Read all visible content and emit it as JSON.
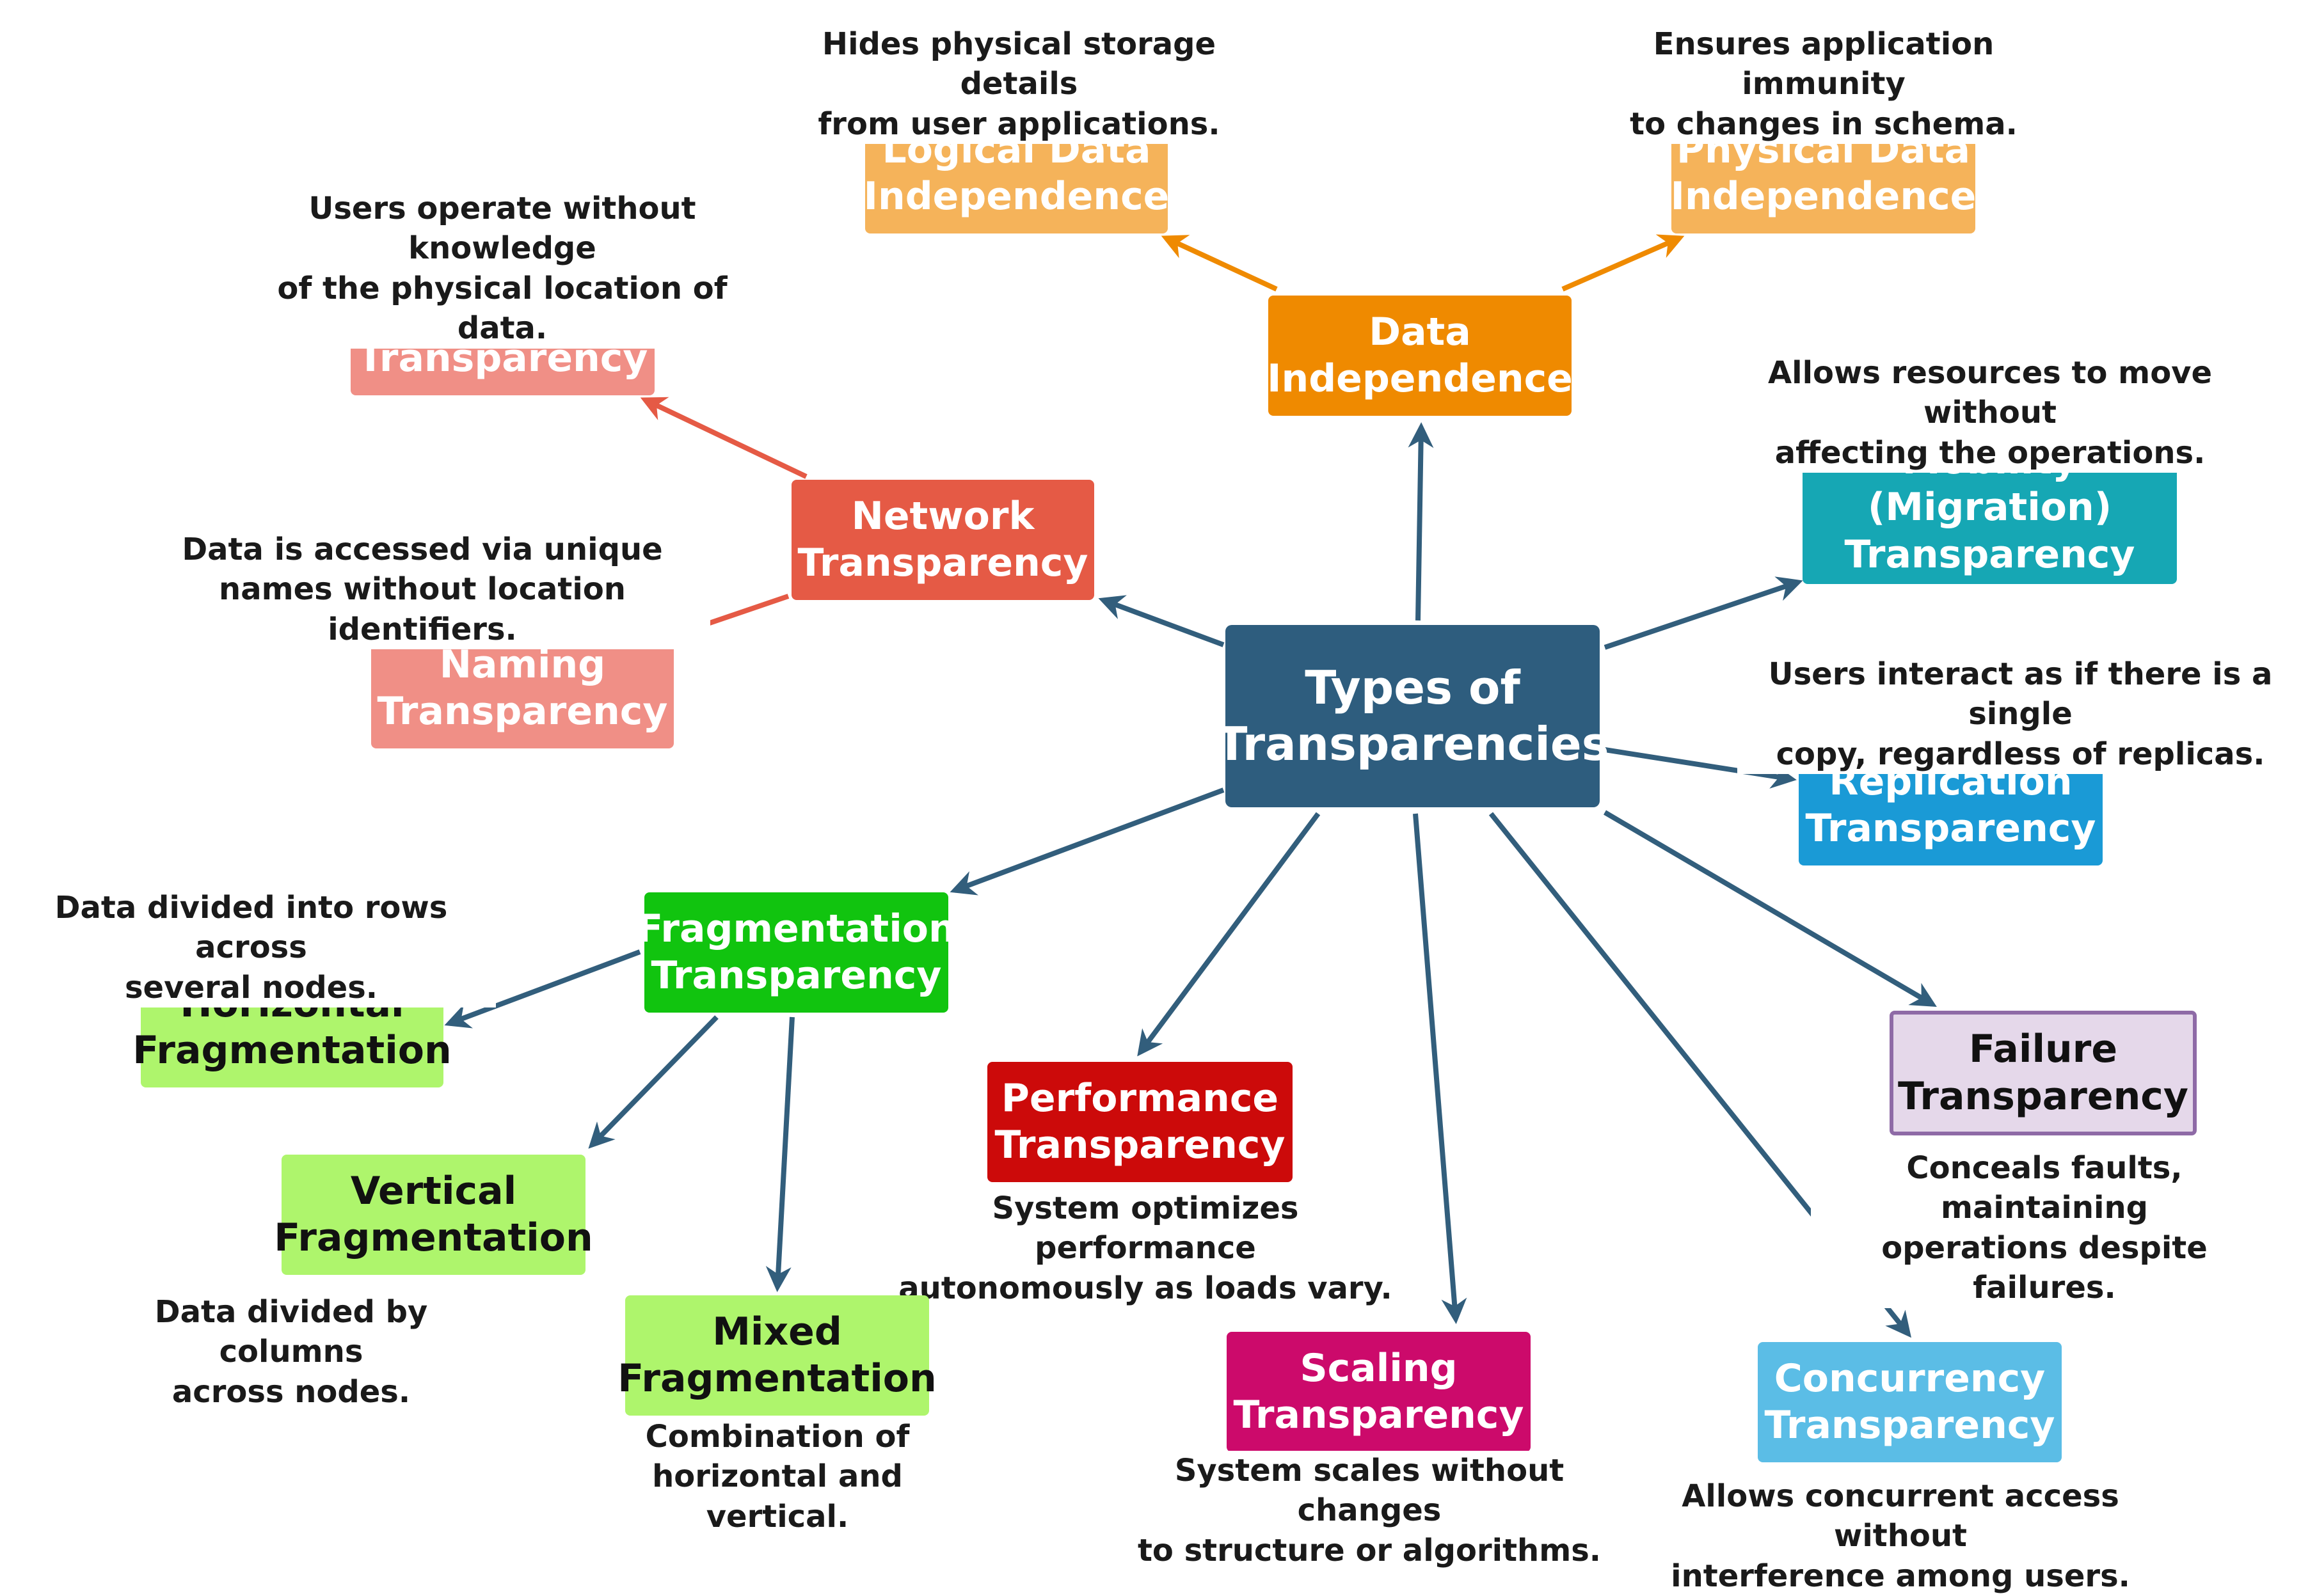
{
  "center": {
    "label": "Types of\nTransparencies",
    "color": "#2e5d7e"
  },
  "data_independence": {
    "label": "Data\nIndependence",
    "color": "#ef8a00",
    "logical": {
      "label": "Logical Data\nIndependence",
      "color": "#f5b35a",
      "note": "Hides physical storage details\nfrom user applications."
    },
    "physical": {
      "label": "Physical Data\nIndependence",
      "color": "#f5b35a",
      "note": "Ensures application immunity\nto changes in schema."
    }
  },
  "network": {
    "label": "Network\nTransparency",
    "color": "#e55a45",
    "location": {
      "label": "Location\nTransparency",
      "color": "#f08f86",
      "note": "Users operate without knowledge\nof the physical location of data."
    },
    "naming": {
      "label": "Naming\nTransparency",
      "color": "#f08f86",
      "note": "Data is accessed via unique\nnames without location identifiers."
    }
  },
  "mobility": {
    "label": "Mobility\n(Migration)\nTransparency",
    "color": "#16a7b4",
    "note": "Allows resources to move without\naffecting the operations."
  },
  "replication": {
    "label": "Replication\nTransparency",
    "color": "#1a9ad6",
    "note": "Users interact as if there is a single\ncopy, regardless of replicas."
  },
  "failure": {
    "label": "Failure\nTransparency",
    "color": "#e5d8ea",
    "border": "#8e6aa6",
    "note": "Conceals faults, maintaining\noperations despite failures."
  },
  "concurrency": {
    "label": "Concurrency\nTransparency",
    "color": "#5bbde6",
    "note": "Allows concurrent access without\ninterference among users."
  },
  "scaling": {
    "label": "Scaling\nTransparency",
    "color": "#cc0a6b",
    "note": "System scales without changes\nto structure or algorithms."
  },
  "performance": {
    "label": "Performance\nTransparency",
    "color": "#cc0a0a",
    "note": "System optimizes performance\nautonomously as loads vary."
  },
  "fragmentation": {
    "label": "Fragmentation\nTransparency",
    "color": "#11c40f",
    "horizontal": {
      "label": "Horizontal\nFragmentation",
      "color": "#aef56c",
      "note": "Data divided into rows across\nseveral nodes."
    },
    "vertical": {
      "label": "Vertical\nFragmentation",
      "color": "#aef56c",
      "note": "Data divided by columns\nacross nodes."
    },
    "mixed": {
      "label": "Mixed\nFragmentation",
      "color": "#aef56c",
      "note": "Combination of\nhorizontal and vertical."
    }
  },
  "colors": {
    "arrow_main": "#325e7c",
    "arrow_data": "#ef8a00",
    "arrow_network": "#e55a45"
  }
}
